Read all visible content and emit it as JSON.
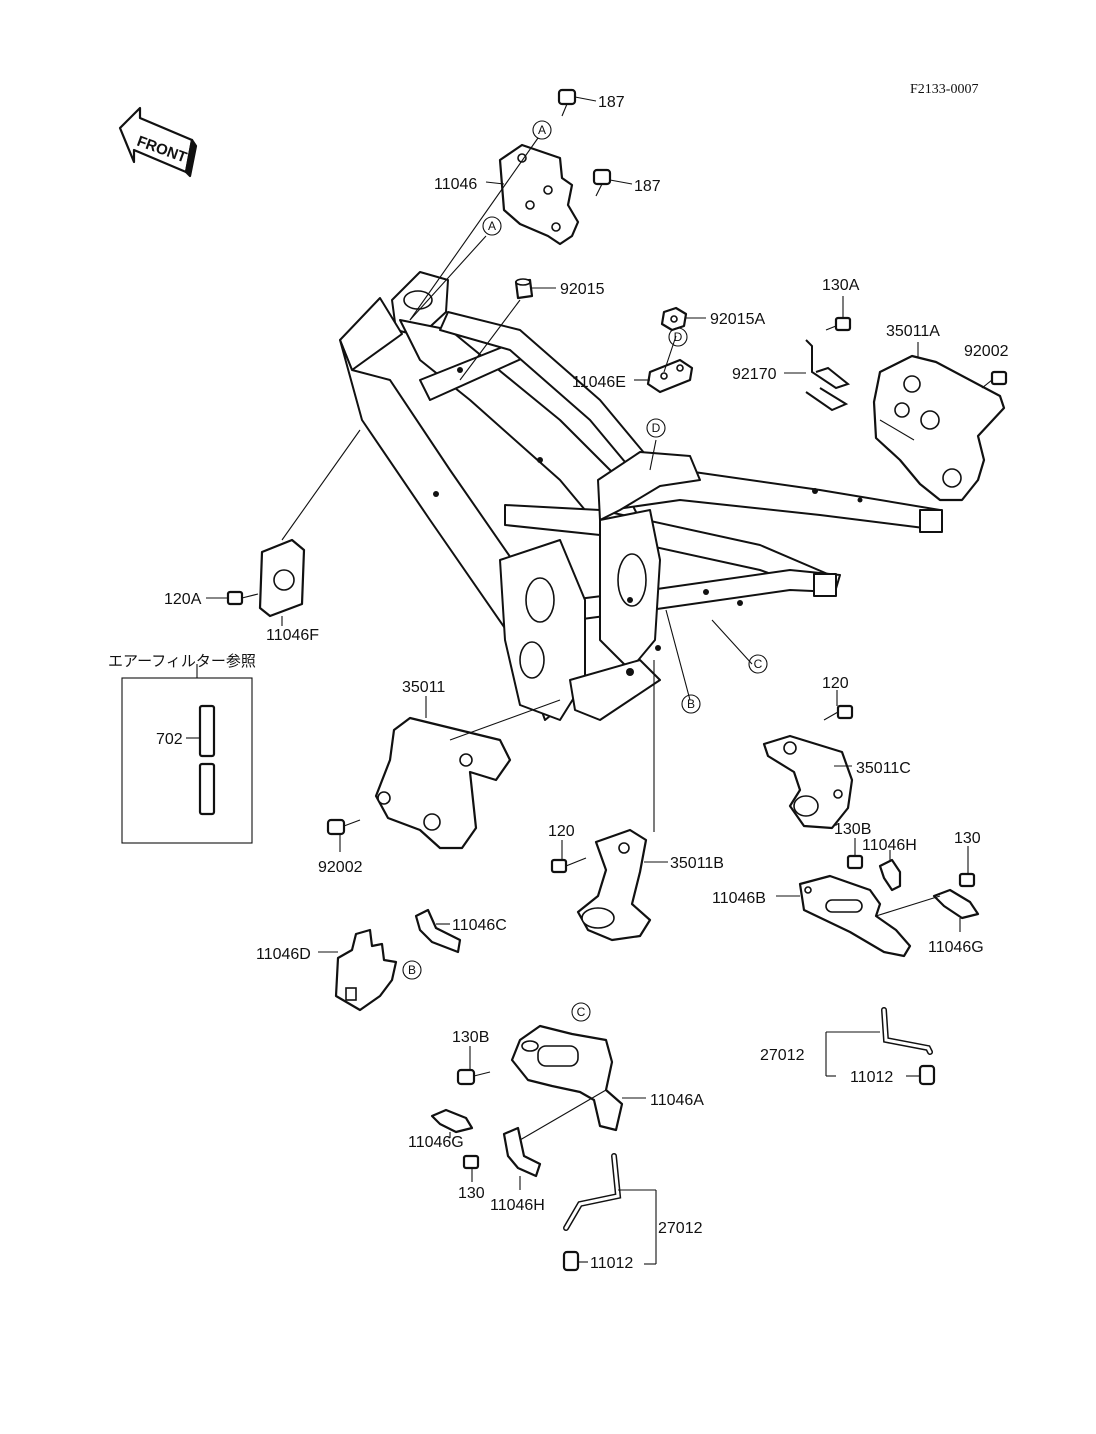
{
  "diagram_code": "F2133-0007",
  "front_label": "FRONT",
  "air_filter_note": "エアーフィルター参照",
  "labels": {
    "p187_top": "187",
    "p187_mid": "187",
    "p11046": "11046",
    "p92015": "92015",
    "p92015A": "92015A",
    "p11046E": "11046E",
    "p130A": "130A",
    "p35011A": "35011A",
    "p92002_right": "92002",
    "p92170": "92170",
    "p120A": "120A",
    "p11046F": "11046F",
    "p702": "702",
    "p35011": "35011",
    "p92002_left": "92002",
    "p120_right": "120",
    "p35011C": "35011C",
    "p120_mid": "120",
    "p35011B": "35011B",
    "p130B_right": "130B",
    "p11046H_right": "11046H",
    "p130_right": "130",
    "p11046B": "11046B",
    "p11046G_right": "11046G",
    "p11046C": "11046C",
    "p11046D": "11046D",
    "p130B_bottom": "130B",
    "p11046A": "11046A",
    "p11046G_bottom": "11046G",
    "p130_bottom": "130",
    "p11046H_bottom": "11046H",
    "p27012_right": "27012",
    "p11012_right": "11012",
    "p27012_bottom": "27012",
    "p11012_bottom": "11012"
  },
  "markers": {
    "a1": "A",
    "a2": "A",
    "b1": "B",
    "b2": "B",
    "c1": "C",
    "c2": "C",
    "d1": "D",
    "d2": "D"
  }
}
